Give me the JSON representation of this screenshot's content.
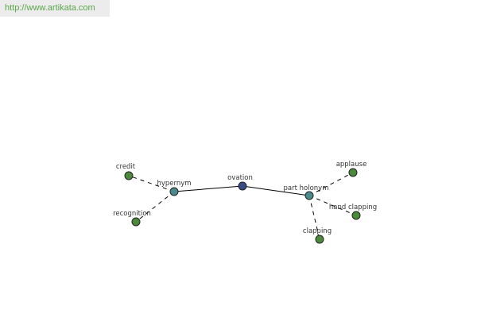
{
  "banner": {
    "url_text": "http://www.artikata.com"
  },
  "graph": {
    "center": {
      "label": "ovation",
      "color": "#3a4a8a"
    },
    "relations": [
      {
        "key": "hypernym",
        "label": "hypernym",
        "color": "#4a8a8a",
        "children": [
          {
            "label": "credit",
            "color": "#4a8a3a"
          },
          {
            "label": "recognition",
            "color": "#4a8a3a"
          }
        ]
      },
      {
        "key": "part-holonym",
        "label": "part holonym",
        "color": "#4a8a8a",
        "children": [
          {
            "label": "applause",
            "color": "#4a8a3a"
          },
          {
            "label": "hand clapping",
            "color": "#4a8a3a"
          },
          {
            "label": "clapping",
            "color": "#4a8a3a"
          }
        ]
      }
    ]
  }
}
